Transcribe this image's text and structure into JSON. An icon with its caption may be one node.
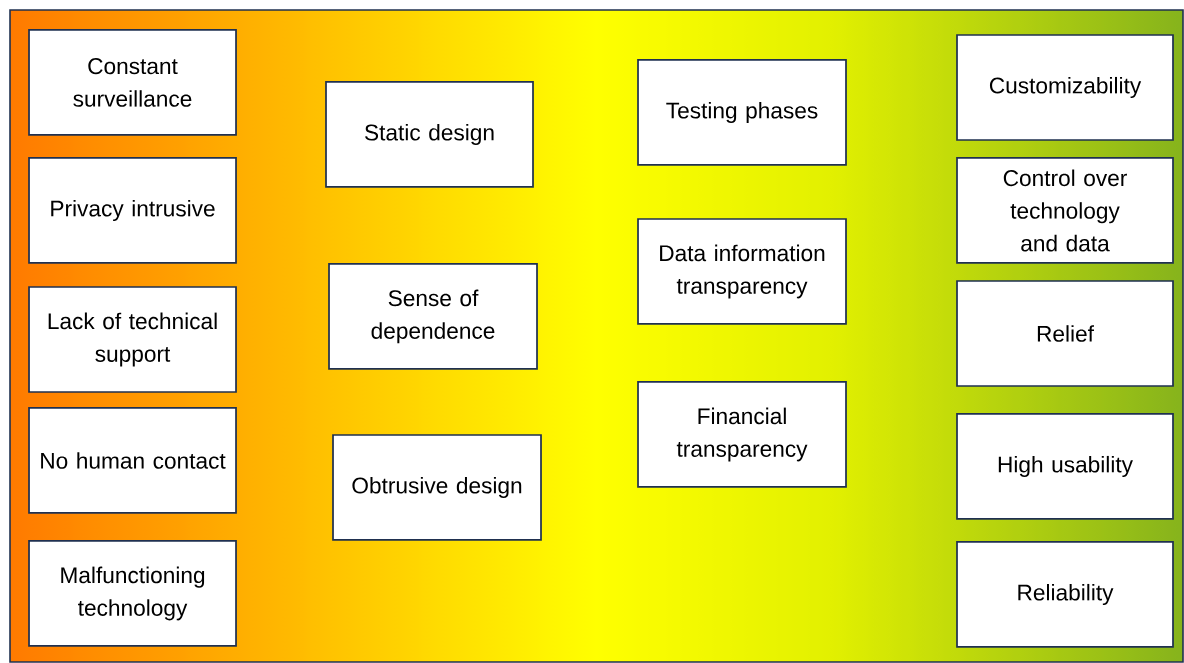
{
  "diagram": {
    "nodes": [
      {
        "text": [
          "Constant surveillance"
        ]
      },
      {
        "text": [
          "Privacy intrusive"
        ]
      },
      {
        "text": [
          "Lack of technical support"
        ]
      },
      {
        "text": [
          "No human contact"
        ]
      },
      {
        "text": [
          "Malfunctioning technology"
        ]
      },
      {
        "text": [
          "Static design"
        ]
      },
      {
        "text": [
          "Sense of dependence"
        ]
      },
      {
        "text": [
          "Obtrusive design"
        ]
      },
      {
        "text": [
          "Testing phases"
        ]
      },
      {
        "text": [
          "Data information transparency"
        ]
      },
      {
        "text": [
          "Financial transparency"
        ]
      },
      {
        "text": [
          "Customizability"
        ]
      },
      {
        "text": [
          "Control over technology and data"
        ]
      },
      {
        "text": [
          "Relief"
        ]
      },
      {
        "text": [
          "High usability"
        ]
      },
      {
        "text": [
          "Reliability"
        ]
      }
    ]
  }
}
